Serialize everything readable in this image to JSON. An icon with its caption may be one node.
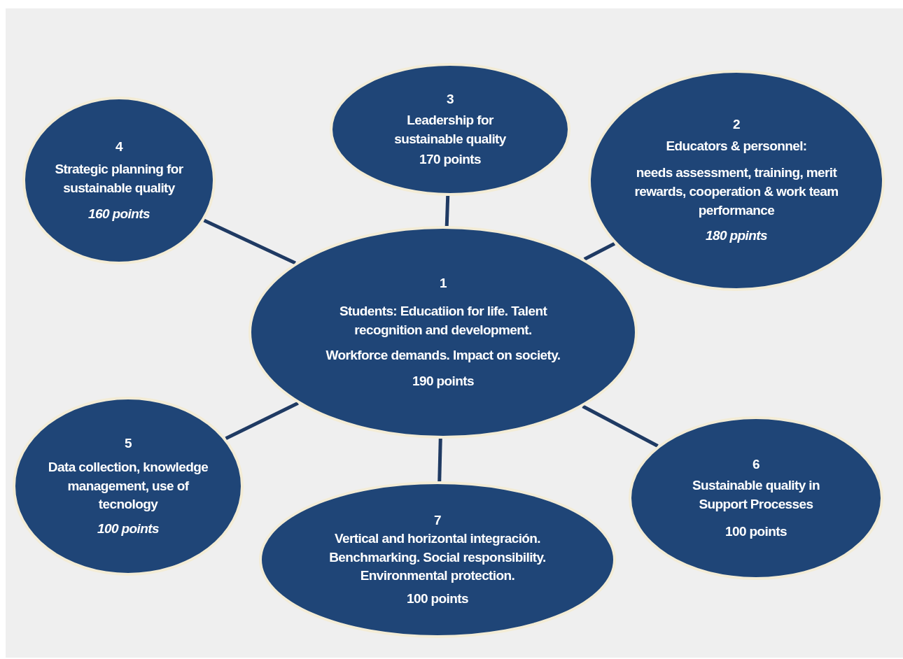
{
  "diagram": {
    "nodes": [
      {
        "text": [
          "4",
          "Strategic planning for sustainable quality",
          "*160 points*"
        ]
      },
      {
        "text": [
          "3",
          "Leadership for sustainable quality",
          "170 points"
        ]
      },
      {
        "text": [
          "2",
          "Educators & personnel:",
          "needs assessment, training, merit rewards, cooperation & work team performance",
          "*180 ppints*"
        ]
      },
      {
        "text": [
          "1",
          "Students: Educatiion for life. Talent recognition and development.",
          "Workforce demands. Impact on society.",
          "190 points"
        ]
      },
      {
        "text": [
          "5",
          "Data collection, knowledge management, use of tecnology",
          "*100 points*"
        ]
      },
      {
        "text": [
          "6",
          "Sustainable quality in Support Processes",
          "100 points"
        ]
      },
      {
        "text": [
          "7",
          "Vertical and horizontal integración. Benchmarking. Social responsibility. Environmental protection.",
          "100 points"
        ]
      }
    ],
    "edges": [
      {
        "from": 3,
        "to": 0,
        "arrow": "none"
      },
      {
        "from": 3,
        "to": 1,
        "arrow": "none"
      },
      {
        "from": 3,
        "to": 2,
        "arrow": "none"
      },
      {
        "from": 3,
        "to": 4,
        "arrow": "none"
      },
      {
        "from": 3,
        "to": 5,
        "arrow": "none"
      },
      {
        "from": 3,
        "to": 6,
        "arrow": "none"
      }
    ]
  }
}
